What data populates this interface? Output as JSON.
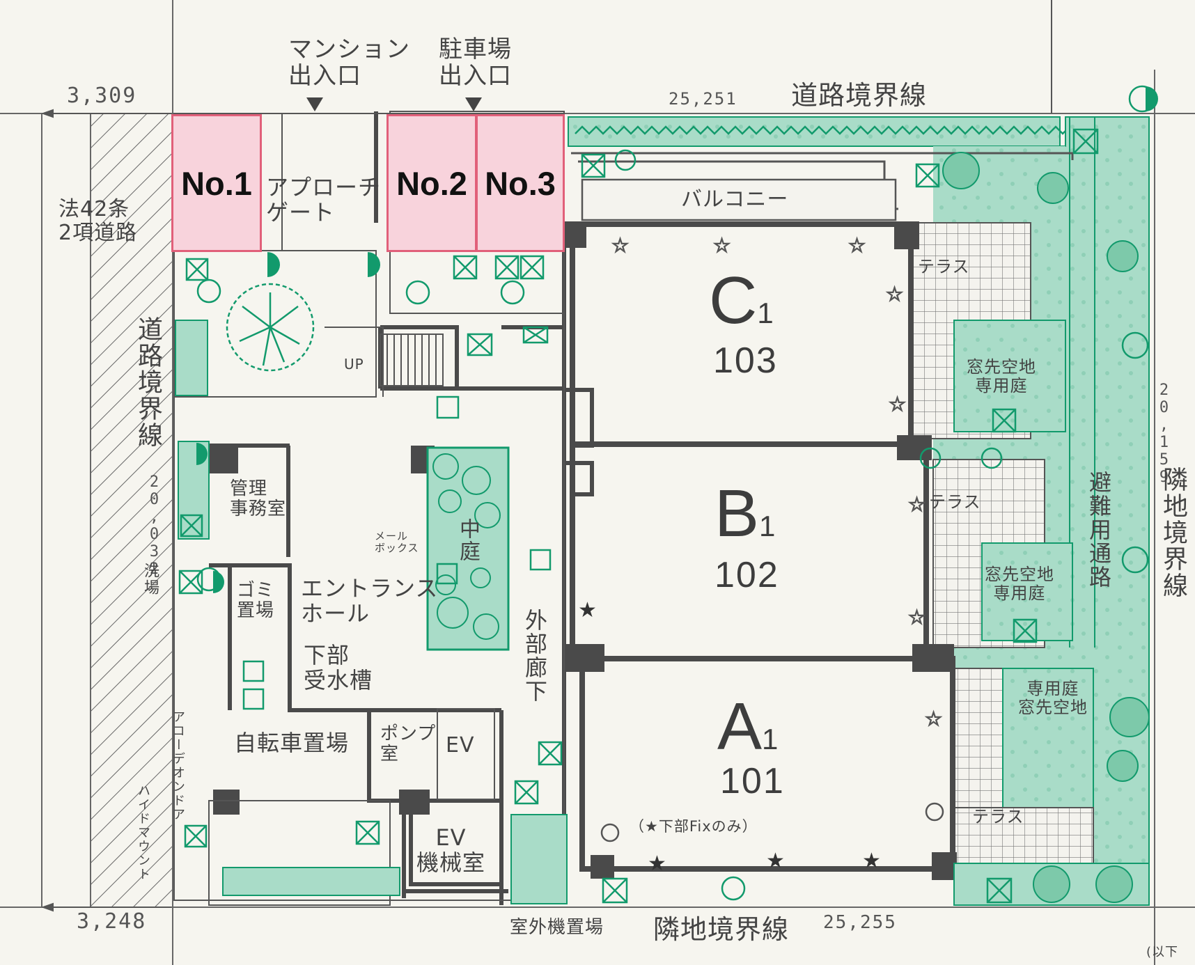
{
  "labels": {
    "mansion_entrance": "マンション\n出入口",
    "parking_entrance": "駐車場\n出入口",
    "road_boundary_top": "道路境界線",
    "road_boundary_left": "道路境界線",
    "article42": "法42条\n2項道路",
    "approach_gate": "アプローチ\nゲート",
    "balcony": "バルコニー",
    "terrace_top": "テラス",
    "terrace_mid": "テラス",
    "terrace_bottom": "テラス",
    "private_garden_1": "窓先空地\n専用庭",
    "private_garden_2": "窓先空地\n専用庭",
    "private_garden_3": "専用庭\n窓先空地",
    "evacuation_path": "避難用通路",
    "neighbor_boundary_right": "隣地境界線",
    "neighbor_boundary_bottom": "隣地境界線",
    "management_office": "管理\n事務室",
    "courtyard": "中庭",
    "mail_box": "メール\nボックス",
    "garbage": "ゴミ\n置場",
    "entrance_hall": "エントランス\nホール",
    "lower_tank": "下部\n受水槽",
    "bicycle": "自転車置場",
    "pump_room": "ポンプ\n室",
    "ev": "EV",
    "ev_machine": "EV\n機械室",
    "outer_corridor": "外部廊下",
    "outdoor_unit": "室外機置場",
    "wash_place": "洗場",
    "accordion_door": "アコーデオンドア",
    "wall_mount": "ハイドマウント",
    "up": "UP",
    "fix_note": "（★下部Fixのみ）",
    "bottom_right_note": "(以下"
  },
  "dimensions": {
    "top_left": "3,309",
    "top_width": "25,251",
    "bottom_left": "3,248",
    "bottom_width": "25,255",
    "left_height": "20,032",
    "right_height": "20,159"
  },
  "units": [
    {
      "letter": "C",
      "sub": "1",
      "number": "103"
    },
    {
      "letter": "B",
      "sub": "1",
      "number": "102"
    },
    {
      "letter": "A",
      "sub": "1",
      "number": "101"
    }
  ],
  "parking": [
    "No.1",
    "No.2",
    "No.3"
  ],
  "colors": {
    "landscape": "#a9dcc8",
    "landscape_line": "#129a6c",
    "wall": "#4a4a4a",
    "parking_fill": "#f8d3dc",
    "parking_border": "#e1607a"
  }
}
